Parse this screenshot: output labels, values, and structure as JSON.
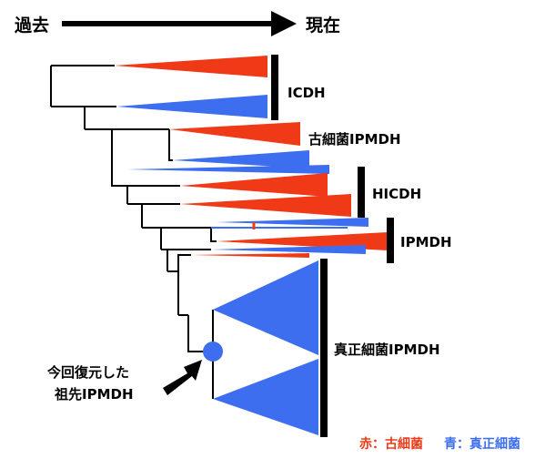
{
  "time_axis": {
    "past": "過去",
    "present": "現在"
  },
  "groups": {
    "icdh": "ICDH",
    "archaeal_ipmdh": "古細菌IPMDH",
    "hicdh": "HICDH",
    "ipmdh": "IPMDH",
    "eukaryotic_ipmdh": "真正細菌IPMDH"
  },
  "annotation": {
    "line1": "今回復元した",
    "line2": "祖先IPMDH"
  },
  "legend": {
    "red_label": "赤：古細菌",
    "blue_label": "青：真正細菌"
  },
  "colors": {
    "archaea_red": "#f03a17",
    "bacteria_blue": "#3d6ef0",
    "line": "#000000"
  }
}
